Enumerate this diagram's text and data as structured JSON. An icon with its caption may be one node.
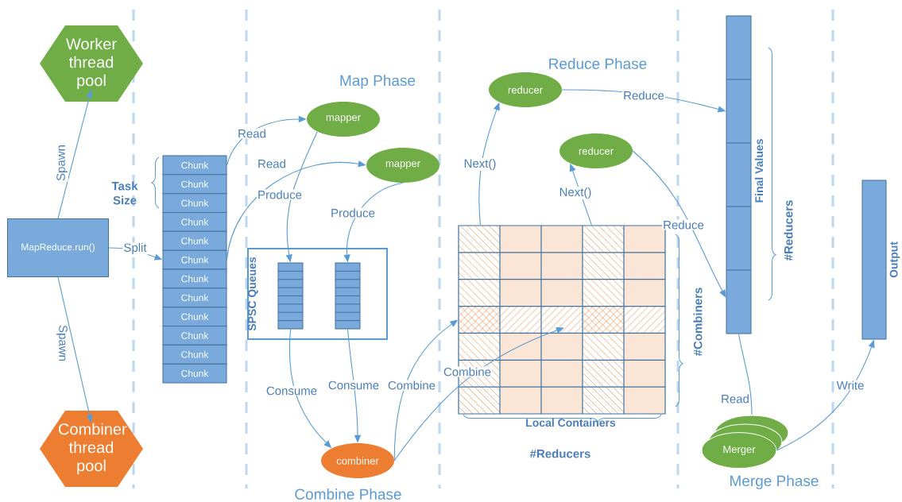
{
  "diagram": {
    "nodes": [
      {
        "text": [
          "Worker thread pool"
        ]
      },
      {
        "text": [
          "MapReduce.run()"
        ]
      },
      {
        "text": [
          "Combiner thread pool"
        ]
      },
      {
        "text": [
          "Chunk"
        ]
      },
      {
        "text": [
          "Chunk"
        ]
      },
      {
        "text": [
          "Chunk"
        ]
      },
      {
        "text": [
          "Chunk"
        ]
      },
      {
        "text": [
          "Chunk"
        ]
      },
      {
        "text": [
          "Chunk"
        ]
      },
      {
        "text": [
          "Chunk"
        ]
      },
      {
        "text": [
          "Chunk"
        ]
      },
      {
        "text": [
          "Chunk"
        ]
      },
      {
        "text": [
          "Chunk"
        ]
      },
      {
        "text": [
          "Chunk"
        ]
      },
      {
        "text": [
          "Chunk"
        ]
      },
      {
        "text": [
          "mapper"
        ]
      },
      {
        "text": [
          "mapper"
        ]
      },
      {
        "text": [
          "SPSC Queues"
        ]
      },
      {
        "text": [],
        "shape": "bar",
        "in": 17
      },
      {
        "text": [],
        "shape": "bar",
        "in": 17
      },
      {
        "text": [
          "combiner"
        ]
      },
      {
        "text": [
          "reducer"
        ]
      },
      {
        "text": [
          "reducer"
        ]
      },
      {
        "text": [],
        "shape": "box",
        "beside": [
          "Local Containers"
        ]
      },
      {
        "text": [],
        "shape": "bar",
        "beside": [
          "Final Values"
        ]
      },
      {
        "text": [
          "Merger"
        ]
      },
      {
        "text": [],
        "shape": "bar",
        "beside": [
          "Output"
        ]
      }
    ],
    "edges": [
      {
        "from": 1,
        "to": 0,
        "arrow": "to",
        "label": "Spawn"
      },
      {
        "from": 1,
        "to": 2,
        "arrow": "to",
        "label": "Spawn"
      },
      {
        "from": 1,
        "to": 8,
        "arrow": "to",
        "label": "Split"
      },
      {
        "from": 3,
        "to": 15,
        "arrow": "to",
        "label": "Read"
      },
      {
        "from": 8,
        "to": 16,
        "arrow": "to",
        "label": "Read"
      },
      {
        "from": 15,
        "to": 18,
        "arrow": "to",
        "label": "Produce"
      },
      {
        "from": 16,
        "to": 19,
        "arrow": "to",
        "label": "Produce"
      },
      {
        "from": 18,
        "to": 20,
        "arrow": "to",
        "label": "Consume"
      },
      {
        "from": 19,
        "to": 20,
        "arrow": "to",
        "label": "Consume"
      },
      {
        "from": 20,
        "to": 23,
        "arrow": "to",
        "label": "Combine"
      },
      {
        "from": 20,
        "to": 23,
        "arrow": "to",
        "label": "Combine"
      },
      {
        "from": 23,
        "to": 21,
        "arrow": "to",
        "label": "Next()"
      },
      {
        "from": 23,
        "to": 22,
        "arrow": "to",
        "label": "Next()"
      },
      {
        "from": 21,
        "to": 24,
        "arrow": "to",
        "label": "Reduce"
      },
      {
        "from": 22,
        "to": 24,
        "arrow": "to",
        "label": "Reduce"
      },
      {
        "from": 24,
        "to": 25,
        "arrow": "none",
        "label": "Read"
      },
      {
        "from": 25,
        "to": 26,
        "arrow": "to",
        "label": "Write"
      }
    ],
    "labels": [
      "Map Phase",
      "Reduce Phase",
      "Task Size",
      "#Reducers",
      "#Combiners",
      "#Reducers",
      "Combine Phase",
      "Merge Phase"
    ]
  }
}
